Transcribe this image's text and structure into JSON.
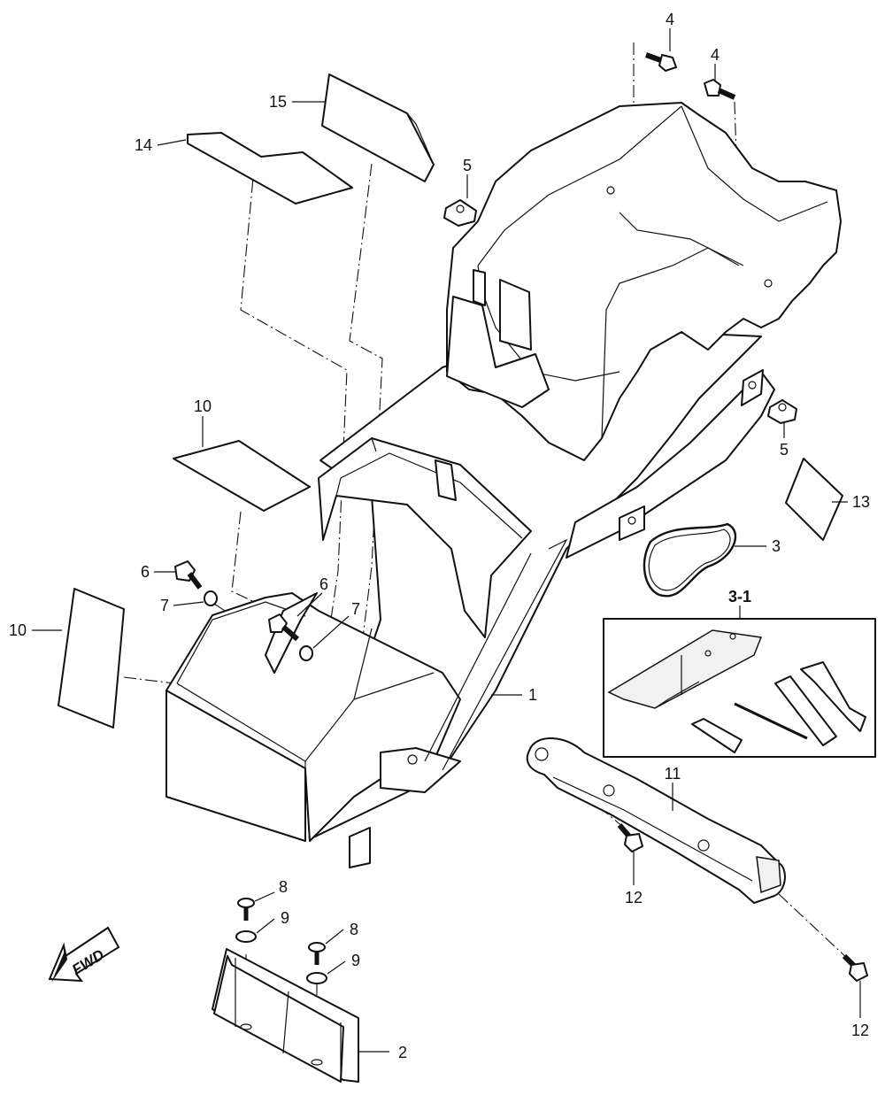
{
  "diagram": {
    "callouts": [
      {
        "id": "c1",
        "text": "1"
      },
      {
        "id": "c2",
        "text": "2"
      },
      {
        "id": "c3",
        "text": "3"
      },
      {
        "id": "c3-1",
        "text": "3-1"
      },
      {
        "id": "c4a",
        "text": "4"
      },
      {
        "id": "c4b",
        "text": "4"
      },
      {
        "id": "c5a",
        "text": "5"
      },
      {
        "id": "c5b",
        "text": "5"
      },
      {
        "id": "c6a",
        "text": "6"
      },
      {
        "id": "c6b",
        "text": "6"
      },
      {
        "id": "c7a",
        "text": "7"
      },
      {
        "id": "c7b",
        "text": "7"
      },
      {
        "id": "c8a",
        "text": "8"
      },
      {
        "id": "c8b",
        "text": "8"
      },
      {
        "id": "c9a",
        "text": "9"
      },
      {
        "id": "c9b",
        "text": "9"
      },
      {
        "id": "c10a",
        "text": "10"
      },
      {
        "id": "c10b",
        "text": "10"
      },
      {
        "id": "c11",
        "text": "11"
      },
      {
        "id": "c12a",
        "text": "12"
      },
      {
        "id": "c12b",
        "text": "12"
      },
      {
        "id": "c13",
        "text": "13"
      },
      {
        "id": "c14",
        "text": "14"
      },
      {
        "id": "c15",
        "text": "15"
      }
    ],
    "direction_arrow": {
      "text": "FWD"
    }
  }
}
